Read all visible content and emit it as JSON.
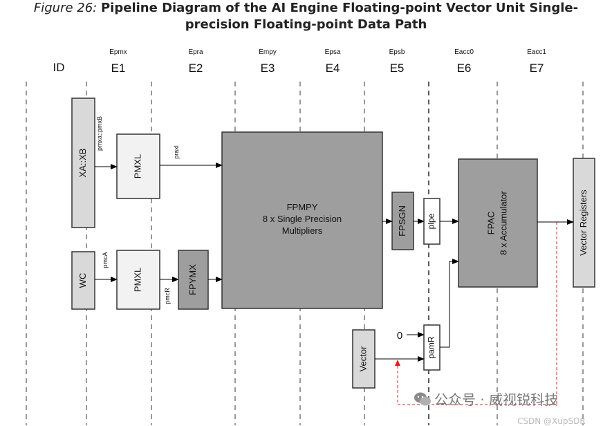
{
  "figure": {
    "label": "Figure 26:",
    "title_line1": "Pipeline Diagram of the AI Engine Floating-point Vector Unit Single-",
    "title_line2": "precision Floating-point Data Path"
  },
  "stages": [
    {
      "sub": "",
      "name": "ID"
    },
    {
      "sub": "Epmx",
      "name": "E1"
    },
    {
      "sub": "Epra",
      "name": "E2"
    },
    {
      "sub": "Empy",
      "name": "E3"
    },
    {
      "sub": "Epsa",
      "name": "E4"
    },
    {
      "sub": "Epsb",
      "name": "E5"
    },
    {
      "sub": "Eacc0",
      "name": "E6"
    },
    {
      "sub": "Eacc1",
      "name": "E7"
    }
  ],
  "blocks": {
    "xa_xb": "XA::XB",
    "wc": "WC",
    "pmxl_top": "PMXL",
    "pmxl_bottom": "PMXL",
    "fpymx": "FPYMX",
    "fpmpy": [
      "FPMPY",
      "8 x Single Precision",
      "Multipliers"
    ],
    "fpsgn": "FPSGN",
    "plpe": "plpe",
    "fpac": [
      "FPAC",
      "8 x Accumulator"
    ],
    "vector_registers": "Vector Registers",
    "vector": "Vector",
    "pamr": "pamR"
  },
  "signals": {
    "pmxa_pmxb": "pmxa::pmxB",
    "praxl": "praxl",
    "pmca": "pmcA",
    "pmcr": "pmcR",
    "zero": "0"
  },
  "watermark": {
    "main": "公众号 · 威视锐科技",
    "sub": "CSDN @XupSDR"
  }
}
